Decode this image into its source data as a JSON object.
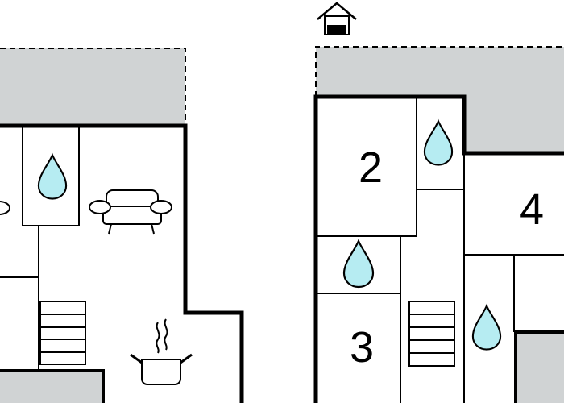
{
  "floorplan": {
    "room_numbers": {
      "room_2": "2",
      "room_3": "3",
      "room_4": "4"
    }
  },
  "palette": {
    "wall": "#000000",
    "shaded_area": "#d0d3d4",
    "water_drop": "#b6ecf2",
    "background": "#ffffff"
  },
  "icons": {
    "top_floor": "house-icon",
    "bathroom": "water-drop-icon",
    "living_room": "sofa-icon",
    "kitchen": "cooking-pot-icon",
    "staircase": "stairs-icon"
  }
}
